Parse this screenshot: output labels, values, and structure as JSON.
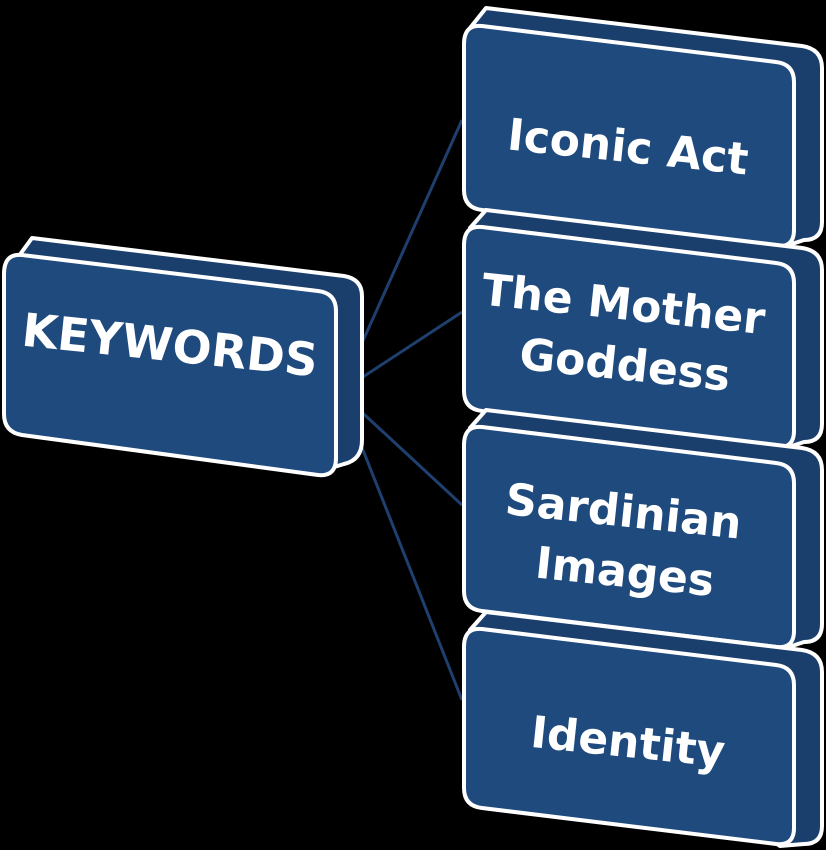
{
  "diagram": {
    "root": {
      "label": "KEYWORDS"
    },
    "children": [
      {
        "lines": [
          "Iconic Act"
        ]
      },
      {
        "lines": [
          "The Mother",
          "Goddess"
        ]
      },
      {
        "lines": [
          "Sardinian",
          "Images"
        ]
      },
      {
        "lines": [
          "Identity"
        ]
      }
    ]
  },
  "colors": {
    "background": "#000000",
    "box_face": "#1f4a7e",
    "box_side": "#1a3f6c",
    "box_top": "#2a5890",
    "border": "#ffffff",
    "connector": "#1f3f6e",
    "text": "#ffffff"
  }
}
